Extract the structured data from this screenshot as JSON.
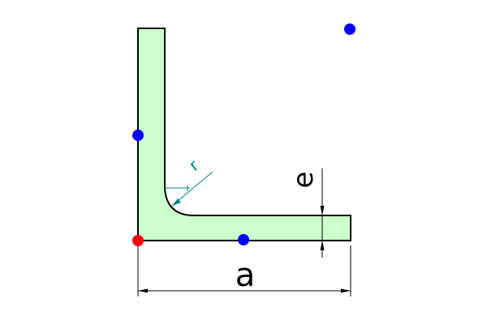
{
  "labels": {
    "width": "a",
    "thickness": "e",
    "radius": "r"
  },
  "colors": {
    "profile_fill": "#ccffcc",
    "profile_stroke": "#000000",
    "radius_annotation": "#008080",
    "anchor_point": "#ff0000",
    "control_point": "#0000ff",
    "dimension_line": "#000000"
  },
  "points": {
    "anchor": "red-dot",
    "controls": [
      "blue-dot",
      "blue-dot",
      "blue-dot"
    ]
  }
}
